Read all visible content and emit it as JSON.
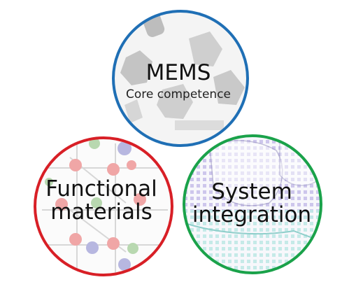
{
  "colors": {
    "mems_ring": "#1f6fb5",
    "functional_ring": "#d81f26",
    "system_ring": "#1aa24a"
  },
  "circles": {
    "mems": {
      "title": "MEMS",
      "subtitle": "Core competence"
    },
    "functional": {
      "line1": "Functional",
      "line2": "materials"
    },
    "system": {
      "line1": "System",
      "line2": "integration"
    }
  }
}
